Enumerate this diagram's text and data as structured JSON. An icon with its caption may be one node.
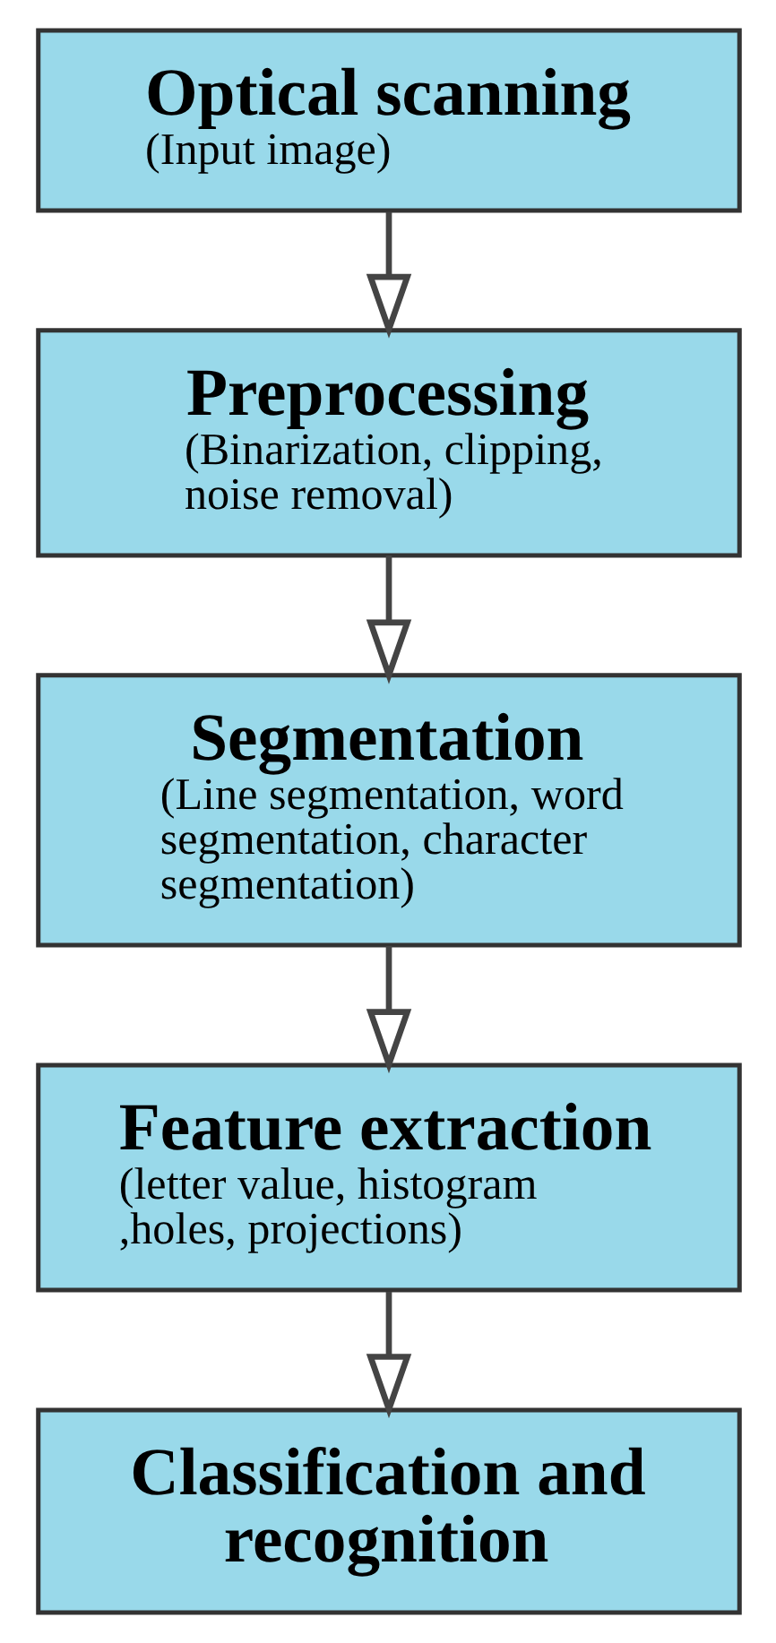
{
  "diagram": {
    "nodes": [
      {
        "text": [
          "Optical scanning",
          "(Input image)"
        ]
      },
      {
        "text": [
          "Preprocessing",
          "(Binarization, clipping, noise removal)"
        ]
      },
      {
        "text": [
          "Segmentation",
          "(Line segmentation, word segmentation, character segmentation)"
        ]
      },
      {
        "text": [
          "Feature extraction",
          "(letter value, histogram ,holes, projections)"
        ]
      },
      {
        "text": [
          "Classification and recognition"
        ]
      }
    ],
    "edges": [
      {
        "from": 0,
        "to": 1,
        "arrow": "to"
      },
      {
        "from": 1,
        "to": 2,
        "arrow": "to"
      },
      {
        "from": 2,
        "to": 3,
        "arrow": "to"
      },
      {
        "from": 3,
        "to": 4,
        "arrow": "to"
      }
    ]
  }
}
